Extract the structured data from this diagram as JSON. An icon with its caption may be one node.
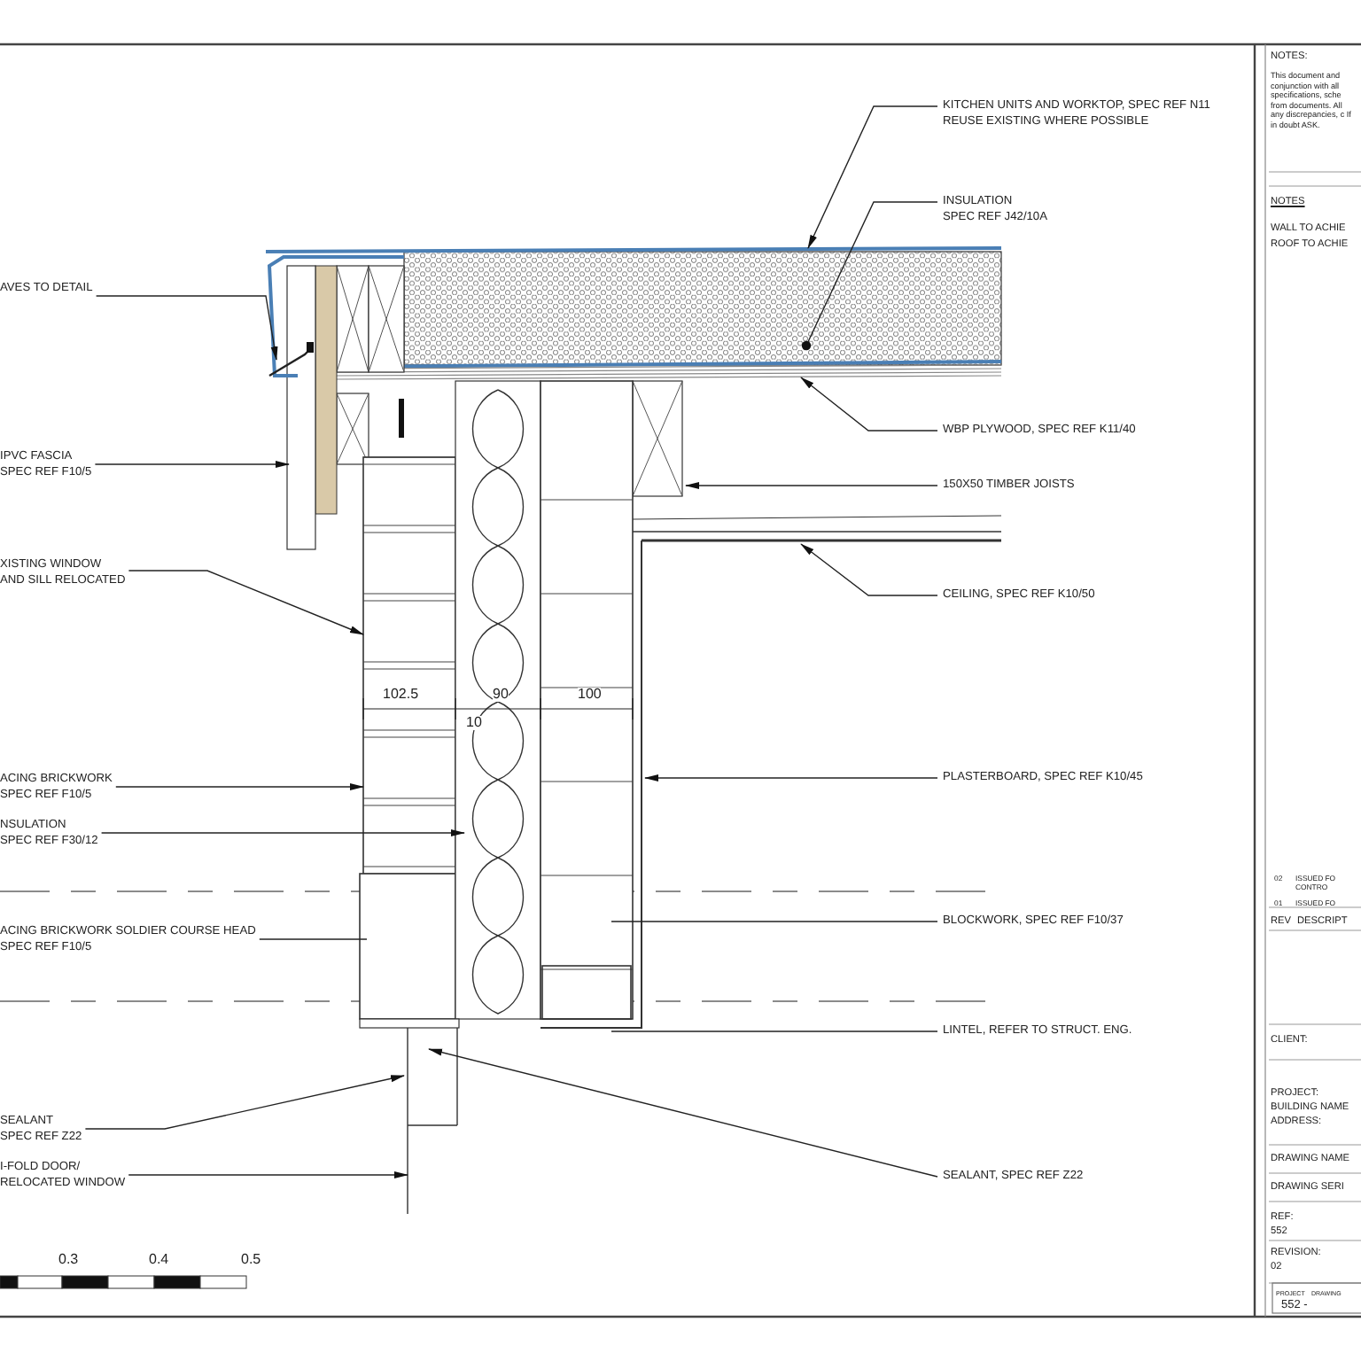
{
  "diagram": {
    "nodes": [
      {
        "text": [
          "AVES TO DETAIL"
        ]
      },
      {
        "text": [
          "IPVC FASCIA",
          "SPEC REF F10/5"
        ]
      },
      {
        "text": [
          "XISTING WINDOW",
          "AND SILL RELOCATED"
        ]
      },
      {
        "text": [
          "ACING BRICKWORK",
          "SPEC REF F10/5"
        ]
      },
      {
        "text": [
          "NSULATION",
          "SPEC REF F30/12"
        ]
      },
      {
        "text": [
          "ACING BRICKWORK SOLDIER COURSE HEAD",
          "SPEC REF F10/5"
        ]
      },
      {
        "text": [
          "SEALANT",
          "SPEC REF Z22"
        ]
      },
      {
        "text": [
          "I-FOLD DOOR/",
          "RELOCATED WINDOW"
        ]
      },
      {
        "text": [
          "KITCHEN UNITS AND WORKTOP, SPEC REF N11",
          "REUSE EXISTING WHERE POSSIBLE"
        ]
      },
      {
        "text": [
          "INSULATION",
          "SPEC REF J42/10A"
        ]
      },
      {
        "text": [
          "WBP PLYWOOD, SPEC REF K11/40"
        ]
      },
      {
        "text": [
          "150X50 TIMBER JOISTS"
        ]
      },
      {
        "text": [
          "CEILING, SPEC REF K10/50"
        ]
      },
      {
        "text": [
          "PLASTERBOARD, SPEC REF K10/45"
        ]
      },
      {
        "text": [
          "BLOCKWORK, SPEC REF F10/37"
        ]
      },
      {
        "text": [
          "LINTEL, REFER TO STRUCT. ENG."
        ]
      },
      {
        "text": [
          "SEALANT, SPEC REF Z22"
        ]
      }
    ],
    "edges": [
      {
        "from": 0,
        "to": null,
        "arrow": "to"
      },
      {
        "from": 1,
        "to": null,
        "arrow": "to"
      },
      {
        "from": 2,
        "to": null,
        "arrow": "to"
      },
      {
        "from": 3,
        "to": null,
        "arrow": "to"
      },
      {
        "from": 4,
        "to": null,
        "arrow": "to"
      },
      {
        "from": 5,
        "to": null,
        "arrow": "none"
      },
      {
        "from": 6,
        "to": null,
        "arrow": "to"
      },
      {
        "from": 7,
        "to": null,
        "arrow": "to"
      },
      {
        "from": 8,
        "to": null,
        "arrow": "to"
      },
      {
        "from": 9,
        "to": null,
        "arrow": "other"
      },
      {
        "from": 10,
        "to": null,
        "arrow": "to"
      },
      {
        "from": 11,
        "to": null,
        "arrow": "to"
      },
      {
        "from": 12,
        "to": null,
        "arrow": "to"
      },
      {
        "from": 13,
        "to": null,
        "arrow": "to"
      },
      {
        "from": 14,
        "to": null,
        "arrow": "none"
      },
      {
        "from": 15,
        "to": null,
        "arrow": "none"
      },
      {
        "from": 16,
        "to": null,
        "arrow": "to"
      }
    ],
    "labels": [
      "102.5",
      "90",
      "100",
      "10",
      "0.3",
      "0.4",
      "0.5",
      "NOTES:",
      "This document and conjunction with all specifications, sche from documents. All any discrepancies, c If in doubt ASK.",
      "NOTES",
      "WALL TO ACHIE",
      "ROOF TO ACHIE",
      "02",
      "ISSUED FO CONTRO",
      "01",
      "ISSUED FO",
      "REV",
      "DESCRIPT",
      "CLIENT:",
      "PROJECT:",
      "BUILDING NAME",
      "ADDRESS:",
      "DRAWING NAME",
      "DRAWING SERI",
      "REF:",
      "552",
      "REVISION:",
      "02",
      "PROJECT",
      "DRAWING",
      "552 -"
    ]
  }
}
